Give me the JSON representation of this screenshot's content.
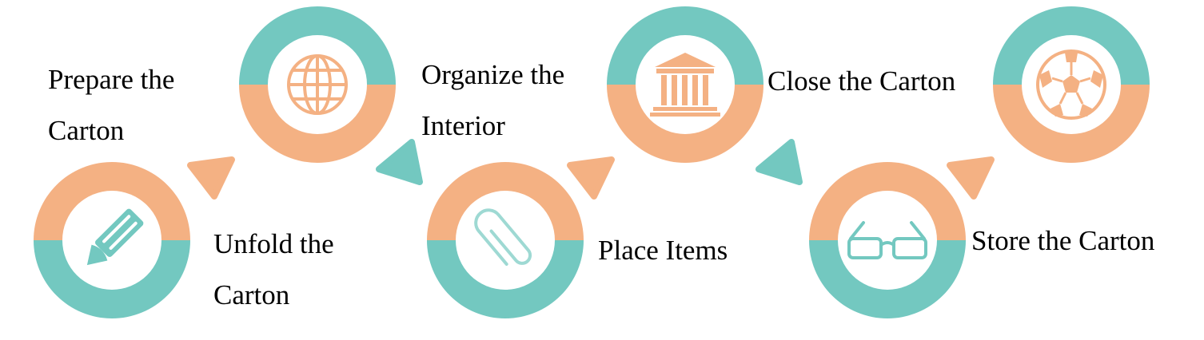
{
  "colors": {
    "teal": "#73C8C0",
    "orange": "#F4B183",
    "white": "#FFFFFF"
  },
  "steps": [
    {
      "label_line1": "Unfold the",
      "label_line2": "Carton",
      "icon": "pencil-icon"
    },
    {
      "label_line1": "Prepare the",
      "label_line2": "Carton",
      "icon": "globe-icon"
    },
    {
      "label_line1": "Place Items",
      "icon": "paperclip-icon"
    },
    {
      "label_line1": "Organize the",
      "label_line2": "Interior",
      "icon": "bank-building-icon"
    },
    {
      "label_line1": "Store the Carton",
      "icon": "glasses-icon"
    },
    {
      "label_line1": "Close the Carton",
      "icon": "soccer-ball-icon"
    }
  ]
}
